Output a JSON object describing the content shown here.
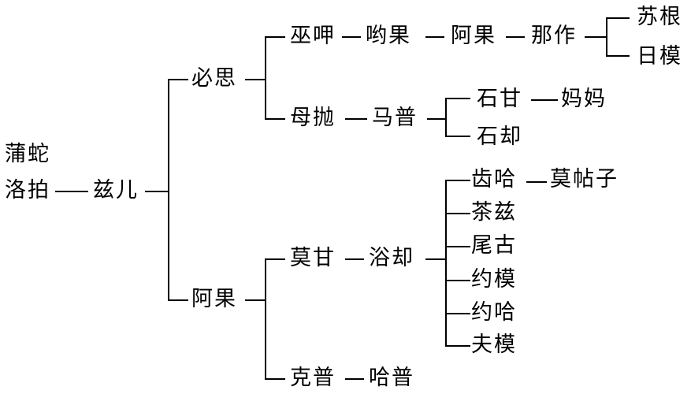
{
  "diagram": {
    "type": "genealogy-tree",
    "root": {
      "label_line1": "蒲蛇",
      "label_line2": "洛拍",
      "child": "兹儿"
    },
    "nodes": {
      "bisi": "必思",
      "ague": "阿果",
      "wujia": "巫呷",
      "yougue": "哟果",
      "ague2": "阿果",
      "nazuo": "那作",
      "sugen": "苏根",
      "rimo": "日模",
      "mupao": "母抛",
      "mapu": "马普",
      "shigan": "石甘",
      "mama": "妈妈",
      "shique": "石却",
      "mogan": "莫甘",
      "yuque": "浴却",
      "chiha": "齿哈",
      "motiezi": "莫帖子",
      "chazi": "茶兹",
      "weigu": "尾古",
      "yuemo": "约模",
      "yueha": "约哈",
      "fumo": "夫模",
      "kepu": "克普",
      "hapu": "哈普"
    }
  }
}
